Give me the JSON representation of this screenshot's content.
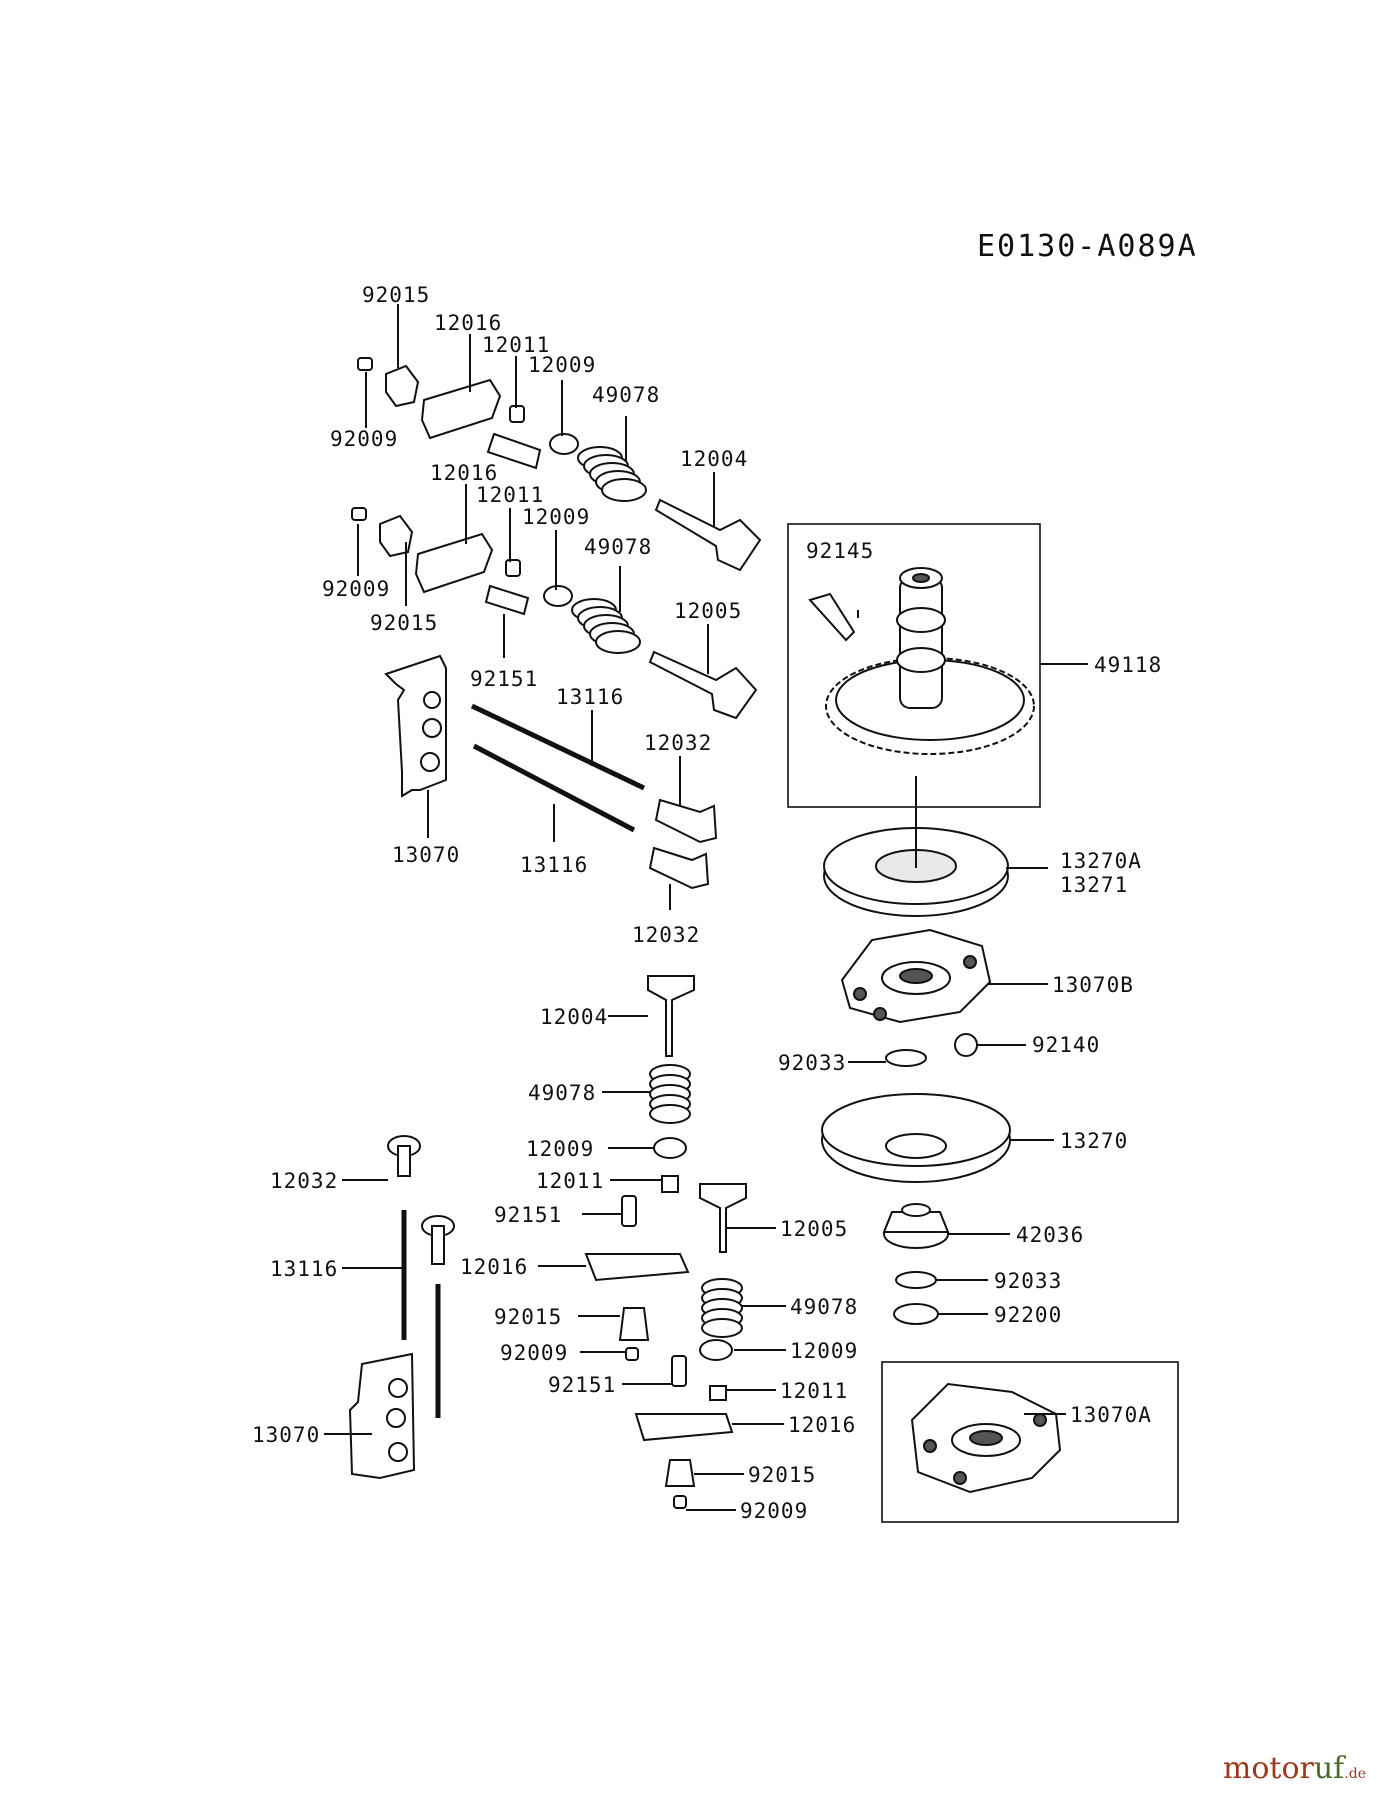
{
  "diagram": {
    "code": "E0130-A089A",
    "labels": {
      "l_92015_a": "92015",
      "l_12016_a": "12016",
      "l_12011_a": "12011",
      "l_12009_a": "12009",
      "l_49078_a": "49078",
      "l_12004_a": "12004",
      "l_92009_a": "92009",
      "l_12016_b": "12016",
      "l_12011_b": "12011",
      "l_12009_b": "12009",
      "l_49078_b": "49078",
      "l_12005_a": "12005",
      "l_92009_b": "92009",
      "l_92015_b": "92015",
      "l_92151_a": "92151",
      "l_13116_a": "13116",
      "l_12032_a": "12032",
      "l_13070_a": "13070",
      "l_13116_b": "13116",
      "l_12032_b": "12032",
      "l_92145": "92145",
      "l_49118": "49118",
      "l_13270A": "13270A",
      "l_13271": "13271",
      "l_13070B": "13070B",
      "l_92140": "92140",
      "l_92033_a": "92033",
      "l_13270": "13270",
      "l_42036": "42036",
      "l_92033_b": "92033",
      "l_92200": "92200",
      "l_13070A": "13070A",
      "l_12004_b": "12004",
      "l_49078_c": "49078",
      "l_12009_c": "12009",
      "l_12011_c": "12011",
      "l_92151_b": "92151",
      "l_12016_c": "12016",
      "l_92015_c": "92015",
      "l_92009_c": "92009",
      "l_12032_c": "12032",
      "l_13116_c": "13116",
      "l_13070_b": "13070",
      "l_12005_b": "12005",
      "l_49078_d": "49078",
      "l_12009_d": "12009",
      "l_92151_c": "92151",
      "l_12011_d": "12011",
      "l_12016_d": "12016",
      "l_92015_d": "92015",
      "l_92009_d": "92009"
    }
  },
  "watermark": {
    "part_a": "motor",
    "part_b": "uf",
    "part_c": ".de"
  }
}
